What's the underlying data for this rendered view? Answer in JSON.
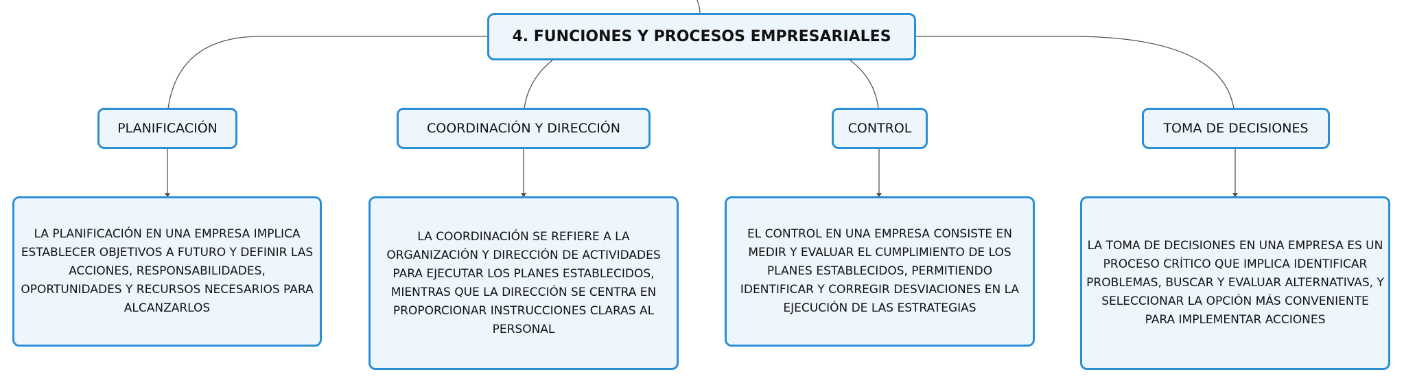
{
  "main_topic": "4. FUNCIONES Y PROCESOS EMPRESARIALES",
  "branches": [
    {
      "label": "PLANIFICACIÓN",
      "description": "LA PLANIFICACIÓN EN UNA EMPRESA IMPLICA ESTABLECER OBJETIVOS A FUTURO Y DEFINIR LAS ACCIONES, RESPONSABILIDADES, OPORTUNIDADES Y RECURSOS NECESARIOS PARA ALCANZARLOS"
    },
    {
      "label": "COORDINACIÓN Y DIRECCIÓN",
      "description": "LA COORDINACIÓN SE REFIERE A LA ORGANIZACIÓN Y DIRECCIÓN DE ACTIVIDADES PARA EJECUTAR LOS PLANES ESTABLECIDOS, MIENTRAS QUE LA DIRECCIÓN SE CENTRA EN PROPORCIONAR INSTRUCCIONES CLARAS AL PERSONAL"
    },
    {
      "label": "CONTROL",
      "description": "EL CONTROL EN UNA EMPRESA CONSISTE EN MEDIR Y EVALUAR EL CUMPLIMIENTO DE LOS PLANES ESTABLECIDOS, PERMITIENDO IDENTIFICAR Y CORREGIR DESVIACIONES EN LA EJECUCIÓN DE LAS ESTRATEGIAS"
    },
    {
      "label": "TOMA DE DECISIONES",
      "description": "LA TOMA DE DECISIONES EN UNA EMPRESA ES UN PROCESO CRÍTICO QUE IMPLICA IDENTIFICAR PROBLEMAS, BUSCAR Y EVALUAR ALTERNATIVAS, Y SELECCIONAR LA OPCIÓN MÁS CONVENIENTE PARA IMPLEMENTAR ACCIONES"
    }
  ],
  "colors": {
    "node_border": "#2b8fd6",
    "node_fill": "#eef6fd",
    "connector": "#555555"
  }
}
